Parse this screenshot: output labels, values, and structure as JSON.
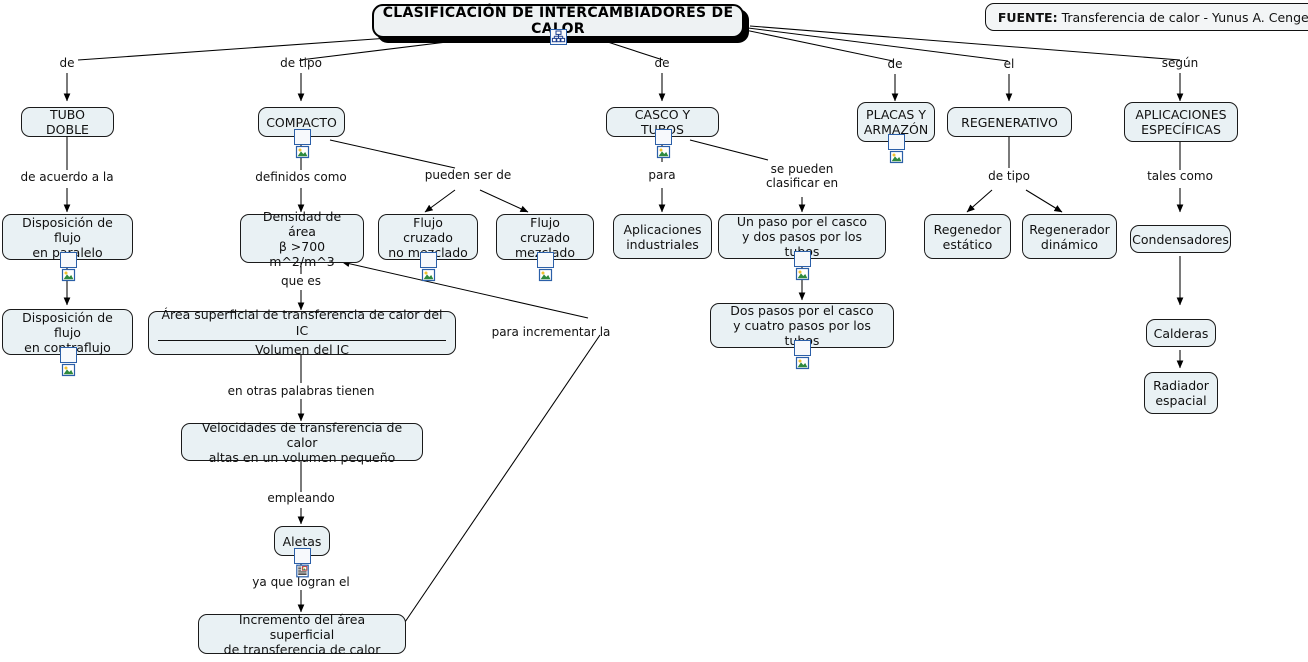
{
  "title": "CLASIFICACIÓN DE INTERCAMBIADORES DE CALOR",
  "source": {
    "prefix": "FUENTE:",
    "text": "Transferencia de calor - Yunus A. Cengel"
  },
  "icons": {
    "root": "concept-map-icon",
    "picture": "picture-icon",
    "document": "document-icon"
  },
  "nodes": {
    "tubo_doble": "TUBO DOBLE",
    "compacto": "COMPACTO",
    "casco_tubos": "CASCO Y TUBOS",
    "placas_armazon": "PLACAS Y\nARMAZÓN",
    "regenerativo": "REGENERATIVO",
    "aplicaciones_especificas": "APLICACIONES\nESPECÍFICAS",
    "flujo_paralelo": "Disposición de flujo\nen paralelo",
    "flujo_contraflujo": "Disposición de flujo\nen contraflujo",
    "densidad_area": "Densidad de área\nβ >700 m^2/m^3",
    "flujo_cruzado_no_mezclado": "Flujo cruzado\nno mezclado",
    "flujo_cruzado_mezclado": "Flujo cruzado\nmezclado",
    "fraccion_num": "Área superficial de transferencia de calor del IC",
    "fraccion_den": "Volumen del IC",
    "velocidades": "Velocidades de transferencia de calor\naltas en un volumen pequeño",
    "aletas": "Aletas",
    "incremento": "Incremento del área superficial\nde transferencia de calor",
    "aplicaciones_industriales": "Aplicaciones\nindustriales",
    "un_paso": "Un paso por el casco\ny dos pasos por los tubos",
    "dos_pasos": "Dos pasos por el casco\ny cuatro pasos por los tubos",
    "regenedor_estatico": "Regenedor\nestático",
    "regenerador_dinamico": "Regenerador\ndinámico",
    "condensadores": "Condensadores",
    "calderas": "Calderas",
    "radiador_espacial": "Radiador\nespacial"
  },
  "link_labels": {
    "de_1": "de",
    "de_tipo_1": "de tipo",
    "de_2": "de",
    "de_3": "de",
    "el": "el",
    "segun": "según",
    "de_acuerdo_a_la": "de acuerdo a la",
    "definidos_como": "definidos como",
    "pueden_ser_de": "pueden ser de",
    "que_es": "que es",
    "en_otras_palabras_tienen": "en otras palabras tienen",
    "empleando": "empleando",
    "ya_que_logran_el": "ya que logran el",
    "para_incrementar_la": "para incrementar la",
    "para": "para",
    "se_pueden_clasificar_en": "se pueden\nclasificar en",
    "de_tipo_2": "de tipo",
    "tales_como": "tales como"
  },
  "colors": {
    "node_fill": "#e9f1f4",
    "node_border": "#1a1a1a",
    "icon_border": "#2b5fa8",
    "edge": "#000000",
    "background": "#ffffff"
  }
}
